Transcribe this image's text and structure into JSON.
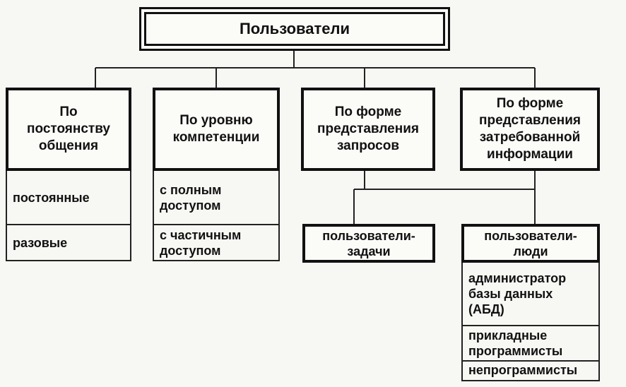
{
  "title": "Пользователи",
  "categories": [
    {
      "label": "По\nпостоянству\nобщения",
      "items": [
        "постоянные",
        "разовые"
      ]
    },
    {
      "label": "По уровню\nкомпетенции",
      "items": [
        "с полным\nдоступом",
        "с частичным\nдоступом"
      ]
    },
    {
      "label": "По форме\nпредставления\nзапросов"
    },
    {
      "label": "По форме\nпредставления\nзатребованной\nинформации"
    }
  ],
  "subcategories": [
    {
      "label": "пользователи-\nзадачи"
    },
    {
      "label": "пользователи-\nлюди",
      "items": [
        "администратор\nбазы данных\n(АБД)",
        "прикладные\nпрограммисты",
        "непрограммисты"
      ]
    }
  ]
}
